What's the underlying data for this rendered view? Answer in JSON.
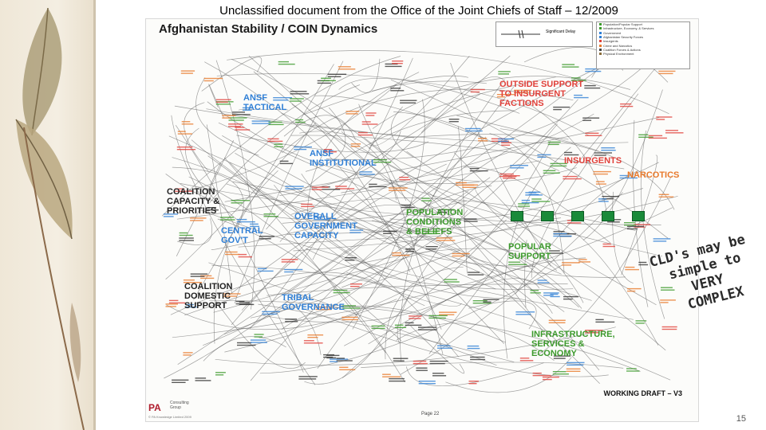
{
  "slide": {
    "title": "Unclassified document from the Office of the Joint Chiefs of Staff – 12/2009",
    "page_number": "15"
  },
  "diagram": {
    "title": "Afghanistan Stability / COIN Dynamics",
    "clusters": [
      {
        "id": "ansf-tactical",
        "label": "ANSF\nTACTICAL",
        "color": "blue"
      },
      {
        "id": "ansf-institutional",
        "label": "ANSF\nINSTITUTIONAL",
        "color": "blue"
      },
      {
        "id": "coalition-capacity",
        "label": "COALITION\nCAPACITY &\nPRIORITIES",
        "color": "dark"
      },
      {
        "id": "overall-government",
        "label": "OVERALL\nGOVERNMENT\nCAPACITY",
        "color": "blue"
      },
      {
        "id": "central-govt",
        "label": "CENTRAL\nGOV'T",
        "color": "blue"
      },
      {
        "id": "population-conditions",
        "label": "POPULATION\nCONDITIONS\n& BELIEFS",
        "color": "green"
      },
      {
        "id": "outside-support",
        "label": "OUTSIDE SUPPORT\nTO INSURGENT\nFACTIONS",
        "color": "red"
      },
      {
        "id": "insurgents",
        "label": "INSURGENTS",
        "color": "red"
      },
      {
        "id": "narcotics",
        "label": "NARCOTICS",
        "color": "orange"
      },
      {
        "id": "popular-support",
        "label": "POPULAR\nSUPPORT",
        "color": "green"
      },
      {
        "id": "coalition-domestic",
        "label": "COALITION\nDOMESTIC\nSUPPORT",
        "color": "dark"
      },
      {
        "id": "tribal-governance",
        "label": "TRIBAL\nGOVERNANCE",
        "color": "blue"
      },
      {
        "id": "infrastructure",
        "label": "INFRASTRUCTURE,\nSERVICES &\nECONOMY",
        "color": "green"
      }
    ],
    "legend": [
      {
        "label": "Population/Popular Support",
        "color": "#3c9a2c"
      },
      {
        "label": "Infrastructure, Economy, & Services",
        "color": "#3c9a2c"
      },
      {
        "label": "Government",
        "color": "#2f7fd6"
      },
      {
        "label": "Afghanistan Security Forces",
        "color": "#2f7fd6"
      },
      {
        "label": "Insurgents",
        "color": "#e0403a"
      },
      {
        "label": "Crime and Narcotics",
        "color": "#e8792b"
      },
      {
        "label": "Coalition Forces & Actions",
        "color": "#444444"
      },
      {
        "label": "Physical Environment",
        "color": "#8a6d3b"
      }
    ],
    "key": {
      "label": "Significant Delay"
    },
    "working_draft": "WORKING DRAFT – V3",
    "page_label": "Page 22",
    "logo": {
      "mark": "PA",
      "name": "Consulting\nGroup"
    },
    "copyright": "© PA Knowledge Limited 2009"
  },
  "overlay": {
    "lines": [
      "CLD's may be",
      "simple to",
      "VERY",
      "COMPLEX"
    ]
  }
}
